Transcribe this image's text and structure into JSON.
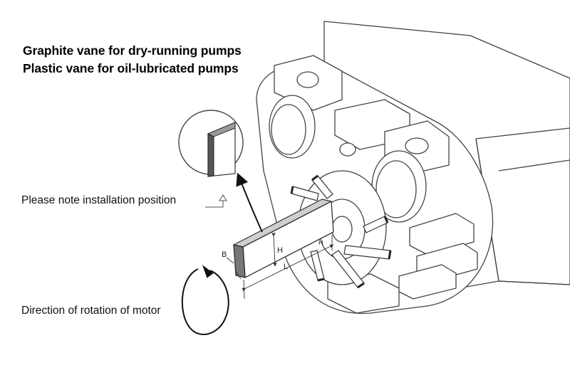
{
  "headings": {
    "line1": "Graphite vane for dry-running pumps",
    "line2": "Plastic vane for oil-lubricated pumps"
  },
  "callouts": {
    "installation": "Please note installation position",
    "rotation": "Direction of rotation of motor"
  },
  "dimensions": {
    "height": "H",
    "length": "L",
    "breadth": "B"
  },
  "colors": {
    "line": "#333333",
    "vane_face": "#9a9a9a",
    "vane_edge": "#555555",
    "background": "#ffffff"
  }
}
